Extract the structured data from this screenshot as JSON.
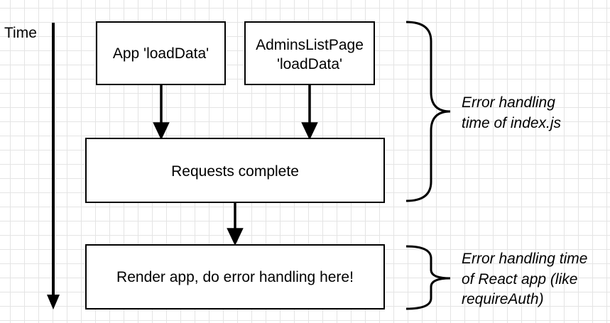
{
  "diagram": {
    "time_axis_label": "Time",
    "boxes": {
      "app_loaddata": "App 'loadData'",
      "admins_loaddata_line1": "AdminsListPage",
      "admins_loaddata_line2": "'loadData'",
      "requests_complete": "Requests complete",
      "render_app": "Render app, do error handling here!"
    },
    "annotations": {
      "index_js_line1": "Error handling",
      "index_js_line2": "time of index.js",
      "react_app_line1": "Error handling time",
      "react_app_line2": "of React app (like",
      "react_app_line3": "requireAuth)"
    }
  }
}
